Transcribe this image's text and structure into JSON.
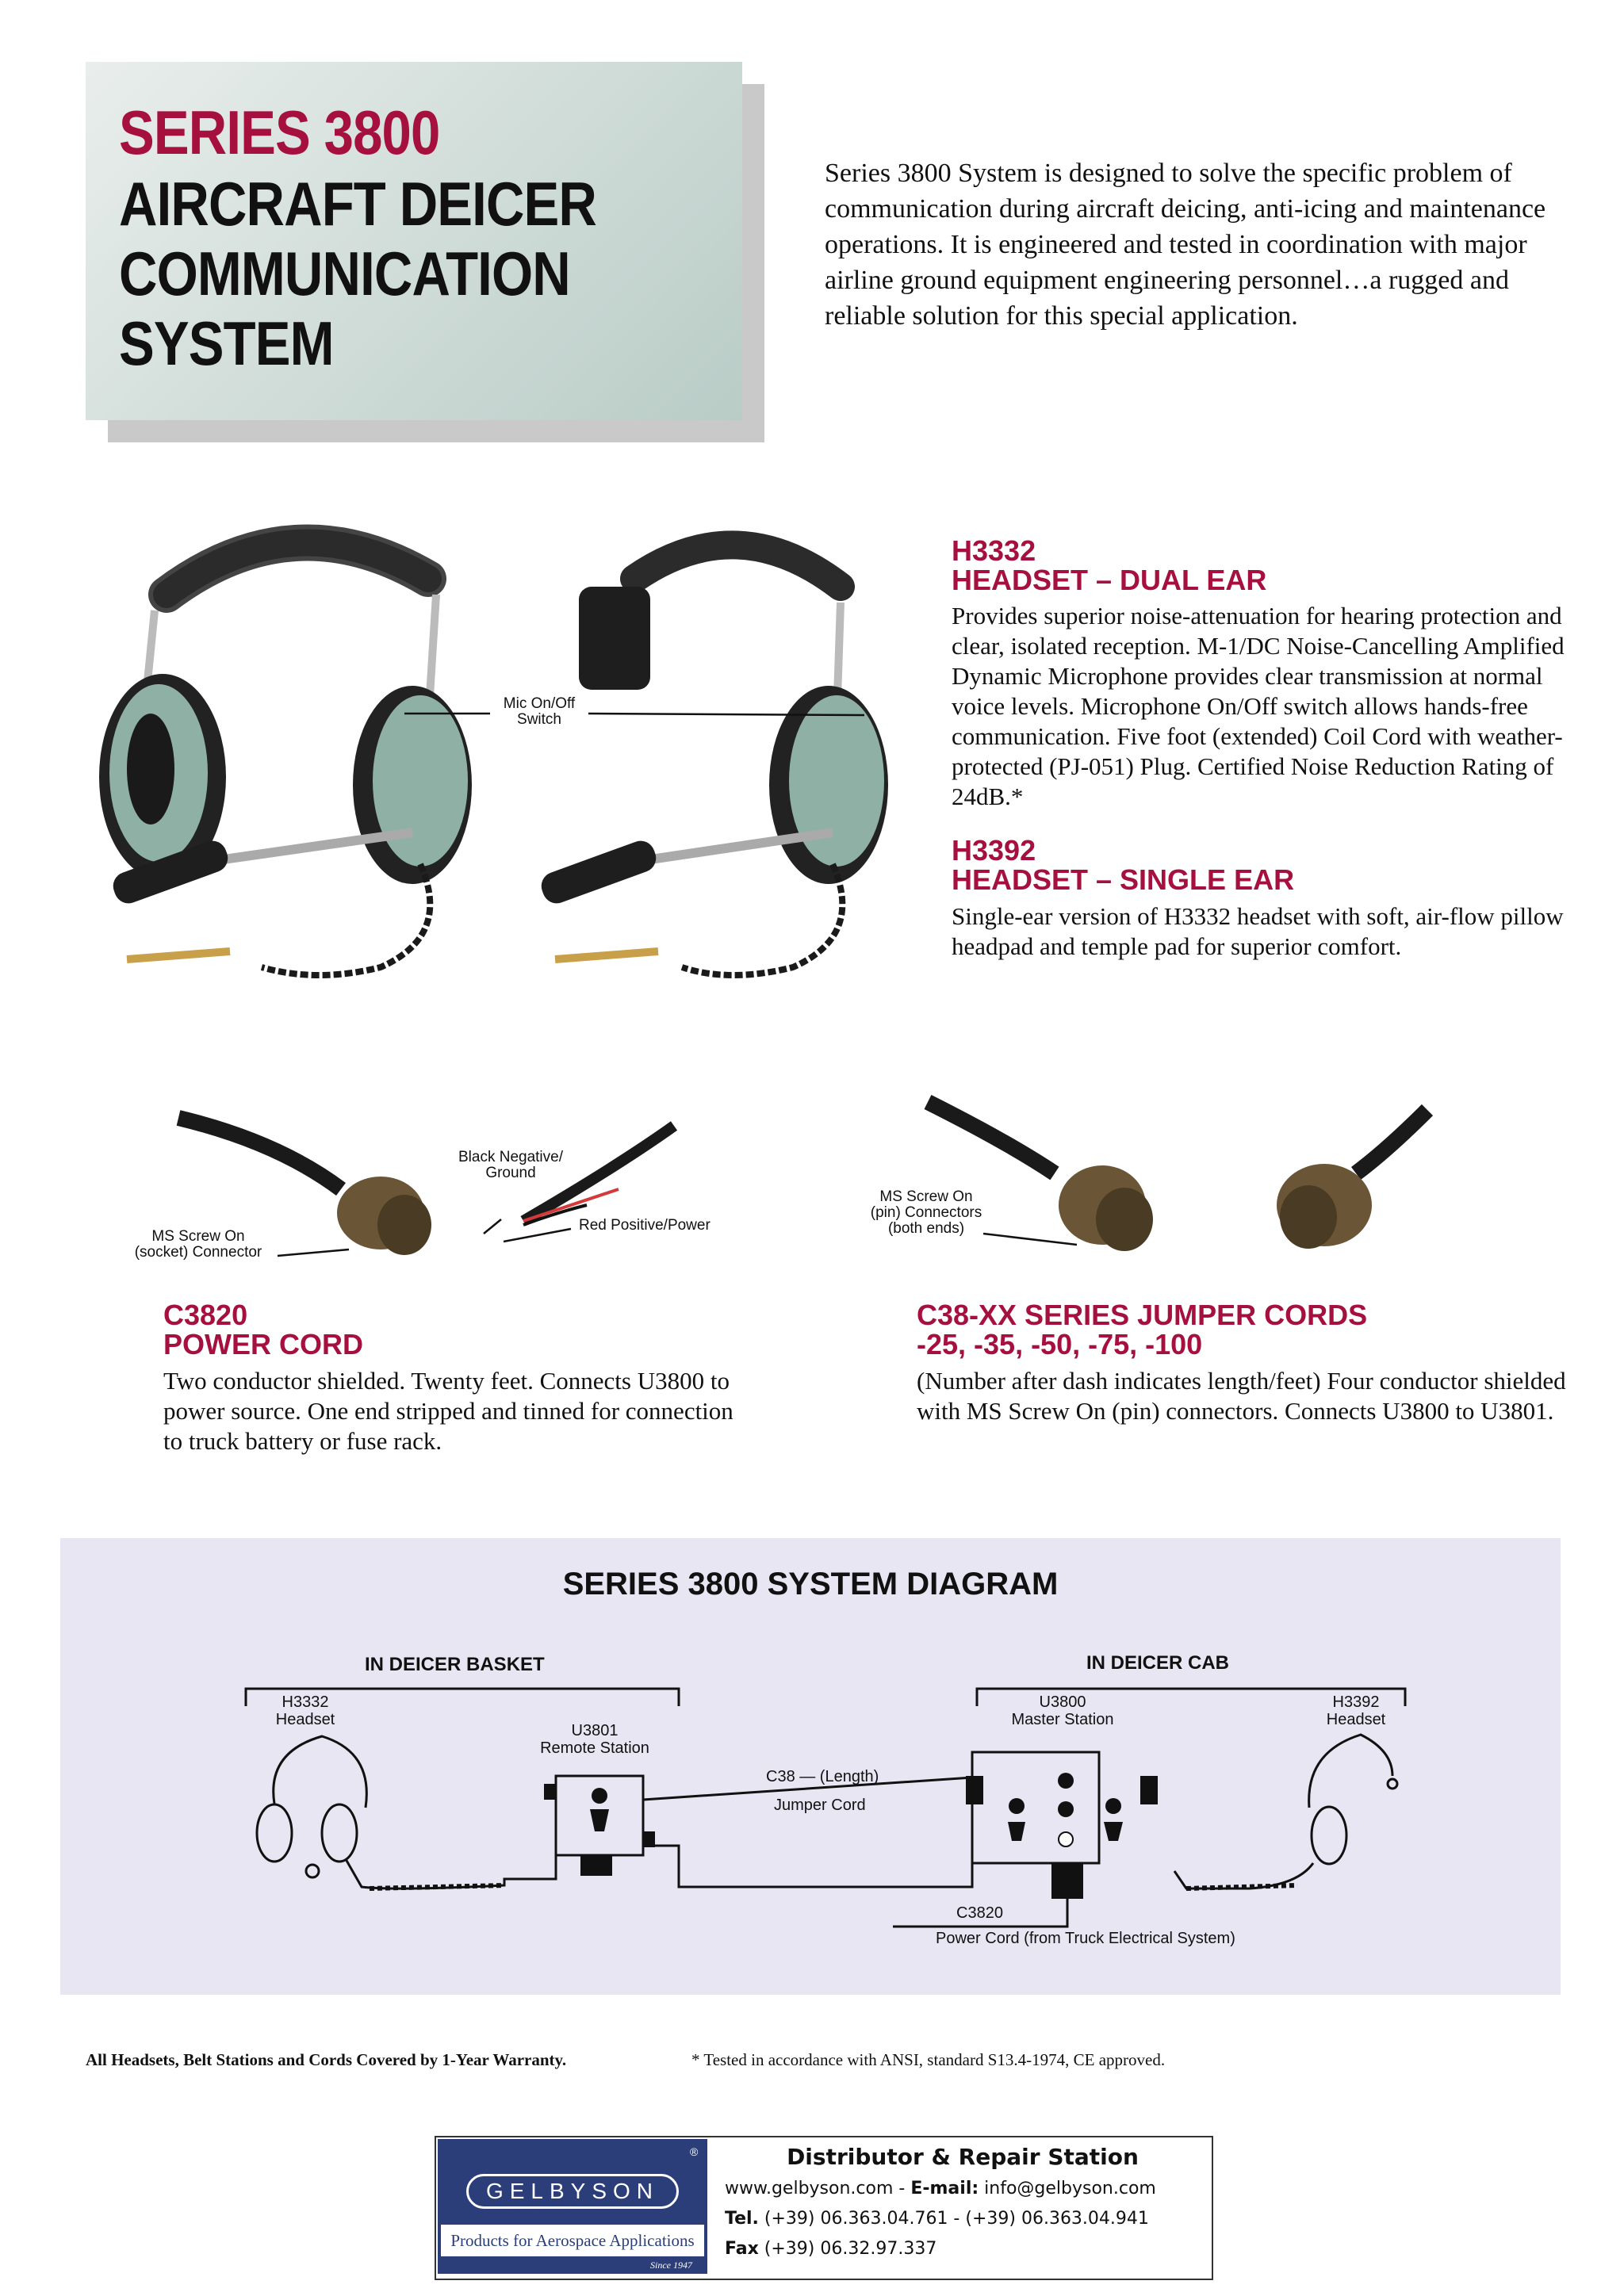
{
  "title": {
    "series": "SERIES 3800",
    "line1": "AIRCRAFT DEICER",
    "line2": "COMMUNICATION",
    "line3": "SYSTEM"
  },
  "intro": "Series 3800 System is designed to solve the specific problem of communication during aircraft deicing, anti-icing and maintenance operations. It is engineered and tested in coordination with major airline ground equipment engineering personnel…a rugged and reliable solution for this special application.",
  "headset_callout": [
    "Mic On/Off",
    "Switch"
  ],
  "products": {
    "h3332": {
      "code": "H3332",
      "title": "HEADSET – DUAL EAR",
      "description": "Provides superior noise-attenuation for hearing protection and clear, isolated reception. M-1/DC Noise-Cancelling Amplified Dynamic Microphone provides clear transmission at normal voice levels. Microphone On/Off switch allows hands-free communication. Five foot (extended) Coil Cord with weather-protected (PJ-051) Plug. Certified Noise Reduction Rating of 24dB.*"
    },
    "h3392": {
      "code": "H3392",
      "title": "HEADSET – SINGLE EAR",
      "description": "Single-ear version of H3332 headset with soft, air-flow pillow headpad and temple pad for superior comfort."
    },
    "c3820": {
      "code": "C3820",
      "title": "POWER CORD",
      "description": "Two conductor shielded. Twenty feet. Connects U3800 to power source. One end stripped and tinned for connection to truck battery or fuse rack."
    },
    "c38": {
      "code": "C38-XX SERIES JUMPER CORDS",
      "title": "-25, -35, -50, -75, -100",
      "description": "(Number after dash indicates length/feet) Four conductor shielded with MS Screw On (pin) connectors. Connects U3800 to U3801."
    }
  },
  "cord_callouts": {
    "black": [
      "Black Negative/",
      "Ground"
    ],
    "red": "Red Positive/Power",
    "socket": [
      "MS Screw On",
      "(socket) Connector"
    ],
    "pin": [
      "MS Screw On",
      "(pin) Connectors",
      "(both ends)"
    ]
  },
  "diagram": {
    "title": "SERIES 3800 SYSTEM DIAGRAM",
    "basket_header": "IN DEICER BASKET",
    "cab_header": "IN DEICER CAB",
    "h3332": [
      "H3332",
      "Headset"
    ],
    "u3801": [
      "U3801",
      "Remote Station"
    ],
    "c38": "C38 — (Length)",
    "jumper": "Jumper Cord",
    "u3800": [
      "U3800",
      "Master Station"
    ],
    "h3392": [
      "H3392",
      "Headset"
    ],
    "c3820": "C3820",
    "power": "Power Cord (from Truck Electrical System)"
  },
  "footer": {
    "warranty": "All Headsets, Belt Stations and Cords Covered by 1-Year Warranty.",
    "tested": "* Tested in accordance with ANSI, standard S13.4-1974, CE approved."
  },
  "distributor": {
    "title": "Distributor & Repair Station",
    "logo_name": "GELBYSON",
    "logo_reg": "®",
    "logo_tagline": "Products for Aerospace Applications",
    "logo_since": "Since 1947",
    "web": "www.gelbyson.com",
    "sep": " - ",
    "email_label": "E-mail:",
    "email": "info@gelbyson.com",
    "tel_label": "Tel.",
    "tel": "(+39) 06.363.04.761 - (+39) 06.363.04.941",
    "fax_label": "Fax",
    "fax": "(+39) 06.32.97.337"
  },
  "colors": {
    "accent": "#a6103f",
    "panel": "#e7e6f2",
    "logo_blue": "#2b3e7a",
    "headset_green": "#8fb0a5"
  }
}
